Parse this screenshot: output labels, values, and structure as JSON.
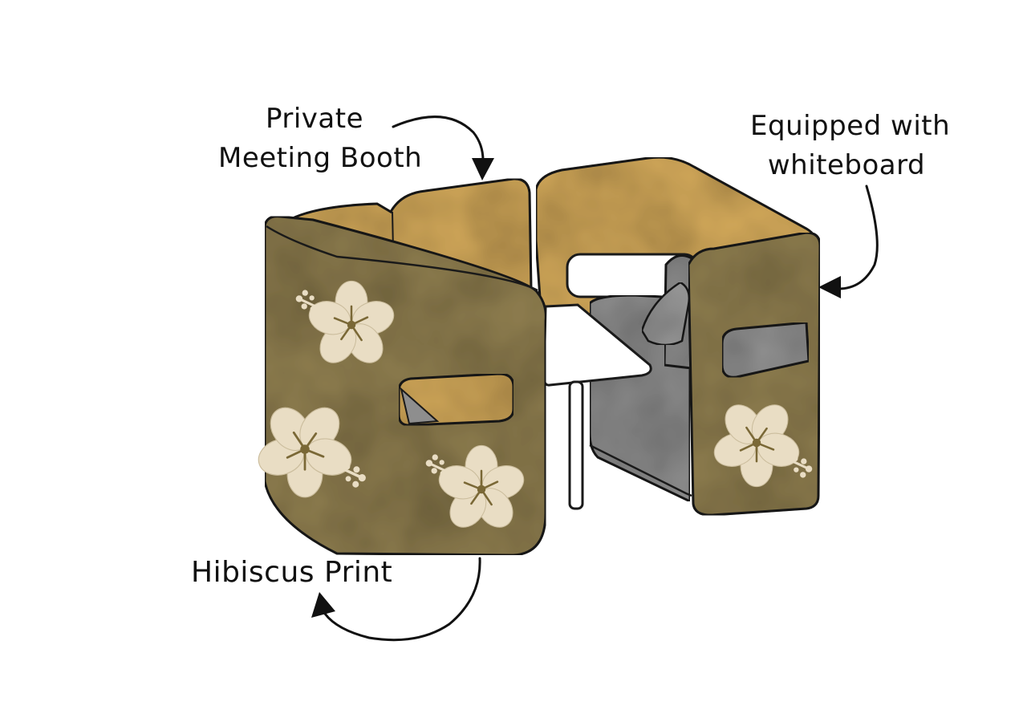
{
  "annotations": {
    "booth": {
      "line1": "Private",
      "line2": "Meeting Booth"
    },
    "whiteboard": {
      "line1": "Equipped with",
      "line2": "whiteboard"
    },
    "print": {
      "text": "Hibiscus Print"
    }
  },
  "colors": {
    "panel_front": "#8f7e4f",
    "panel_inner": "#d3a95a",
    "seat": "#8e8e8e",
    "table": "#ffffff",
    "flower": "#e9ddc4",
    "flower_center": "#7a6836",
    "outline": "#1a1a1a"
  },
  "icons": [
    "arrow-booth-icon",
    "arrow-whiteboard-icon",
    "arrow-print-icon",
    "hibiscus-icon"
  ]
}
